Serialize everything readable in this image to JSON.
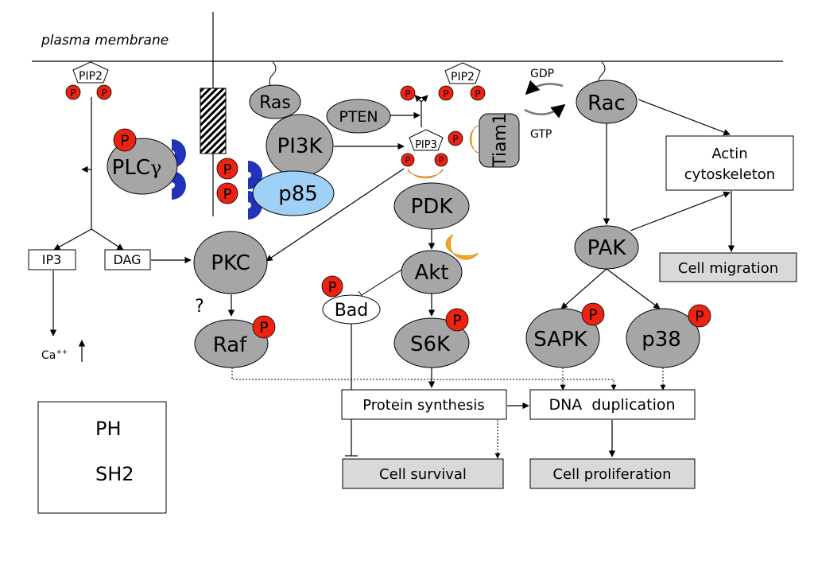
{
  "membrane_label": "plasma membrane",
  "pip2_top_left": "PIP2",
  "pip2_top_right": "PIP2",
  "pip3": "PIP3",
  "phospho": "P",
  "ras": "Ras",
  "pi3k": "PI3K",
  "p85": "p85",
  "pten": "PTEN",
  "tiam1": "Tiam1",
  "gdp": "GDP",
  "gtp": "GTP",
  "rac": "Rac",
  "plc": "PLC",
  "plc_gamma": "γ",
  "actin_line1": "Actin",
  "actin_line2": "cytoskeleton",
  "pdk": "PDK",
  "ip3": "IP3",
  "dag": "DAG",
  "pkc": "PKC",
  "akt": "Akt",
  "pak": "PAK",
  "cell_migration": "Cell migration",
  "question": "?",
  "bad": "Bad",
  "raf": "Raf",
  "s6k": "S6K",
  "sapk": "SAPK",
  "p38": "p38",
  "calcium": "Ca",
  "calcium_charge": "++",
  "protein_synthesis": "Protein synthesis",
  "dna_duplication": "DNA  duplication",
  "cell_survival": "Cell survival",
  "cell_proliferation": "Cell proliferation",
  "legend_ph": "PH",
  "legend_sh2": "SH2",
  "colors": {
    "protein_gray": "#a6a6a6",
    "phospho_red": "#ee2211",
    "ph_orange": "#f5a623",
    "sh2_blue": "#2233bb",
    "p85_blue": "#9fd0f5",
    "outcome_gray": "#d9d9d9"
  }
}
